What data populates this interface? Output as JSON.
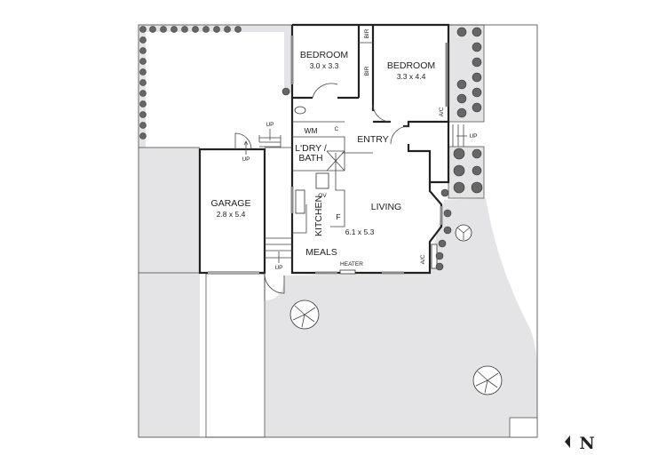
{
  "rooms": {
    "bedroom1": {
      "name": "BEDROOM",
      "size": "3.0 x 3.3"
    },
    "bedroom2": {
      "name": "BEDROOM",
      "size": "3.3 x 4.4"
    },
    "garage": {
      "name": "GARAGE",
      "size": "2.8 x 5.4"
    },
    "living": {
      "name": "LIVING",
      "size": "6.1 x 5.3"
    },
    "entry": "ENTRY",
    "laundry": "L'DRY /",
    "bath": "BATH",
    "kitchen": "KITCHEN",
    "meals": "MEALS"
  },
  "fixtures": {
    "bir": "BIR",
    "wm": "WM",
    "c": "C",
    "ov": "OV",
    "f": "F",
    "ac": "A/C",
    "heater": "HEATER",
    "up": "UP"
  },
  "compass": {
    "label": "N"
  }
}
